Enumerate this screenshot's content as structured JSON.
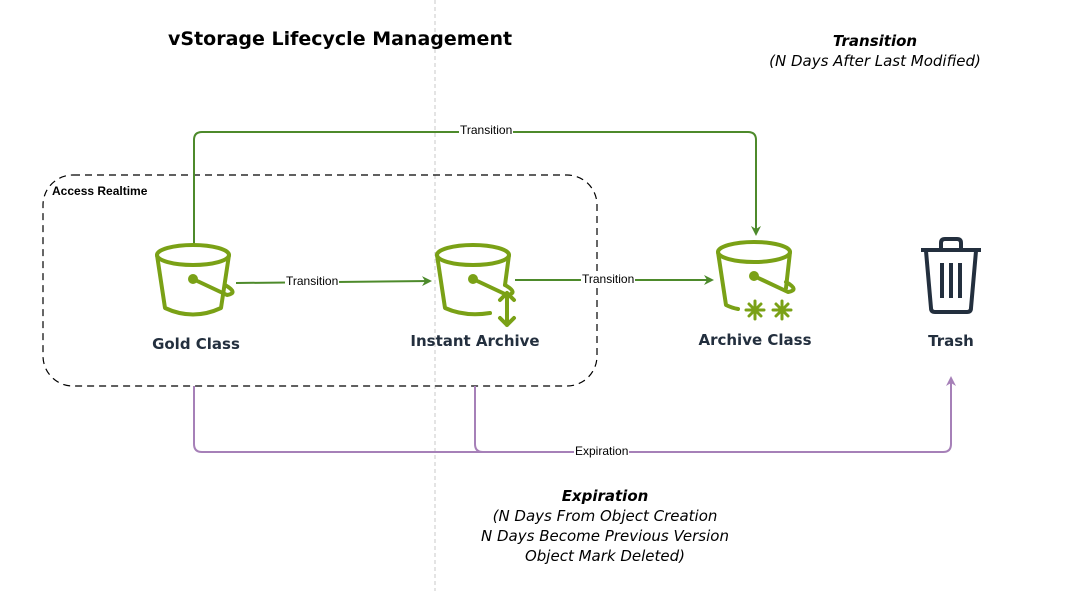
{
  "title": "vStorage Lifecycle Management",
  "notes": {
    "transition": {
      "heading": "Transition",
      "lines": [
        "(N Days After Last Modified)"
      ]
    },
    "expiration": {
      "heading": "Expiration",
      "lines": [
        "(N Days From Object Creation",
        "N Days Become Previous Version",
        "Object Mark Deleted)"
      ]
    }
  },
  "group": {
    "label": "Access Realtime"
  },
  "nodes": [
    {
      "id": "gold",
      "label": "Gold Class",
      "icon": "bucket-icon"
    },
    {
      "id": "instant",
      "label": "Instant Archive",
      "icon": "bucket-retrieval-icon"
    },
    {
      "id": "archive",
      "label": "Archive Class",
      "icon": "bucket-glacier-icon"
    },
    {
      "id": "trash",
      "label": "Trash",
      "icon": "trash-icon"
    }
  ],
  "edges": [
    {
      "from": "gold",
      "to": "instant",
      "label": "Transition"
    },
    {
      "from": "instant",
      "to": "archive",
      "label": "Transition"
    },
    {
      "from": "gold",
      "to": "archive",
      "label": "Transition"
    },
    {
      "from": "gold",
      "to": "trash",
      "label": "Expiration"
    },
    {
      "from": "instant",
      "to": "trash",
      "label": "Expiration"
    }
  ],
  "colors": {
    "transition": "#4D8A2B",
    "expiration": "#A680B8",
    "bucket": "#7AA116",
    "trash": "#232F3E",
    "label": "#232F3E"
  }
}
